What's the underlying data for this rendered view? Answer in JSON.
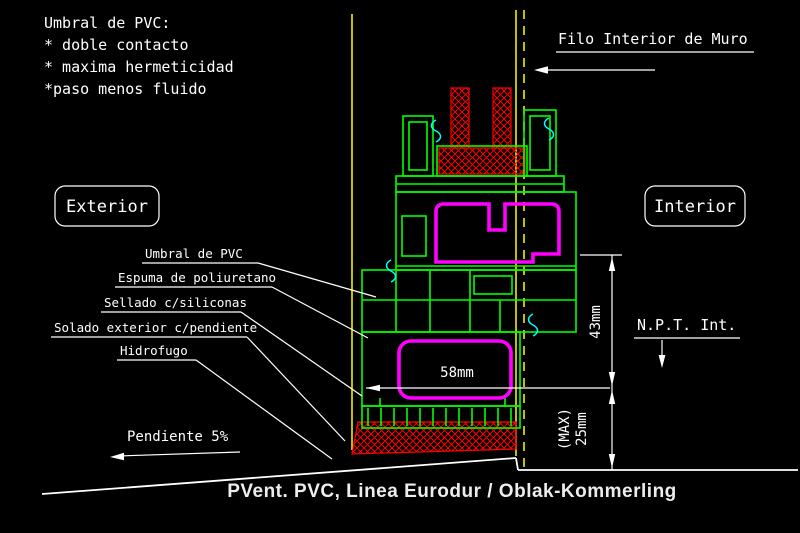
{
  "colors": {
    "background": "#000000",
    "profile_green": "#00ff00",
    "gasket_magenta": "#ff00ff",
    "wall_yellow": "#ffff00",
    "hatch_red": "#ff0000",
    "marks_cyan": "#00ffff",
    "annotation_white": "#ffffff"
  },
  "notes": {
    "heading": "Umbral de PVC:",
    "line1": "* doble contacto",
    "line2": "* maxima hermeticidad",
    "line3": "*paso menos fluido"
  },
  "labels": {
    "filo_interior": "Filo Interior de Muro",
    "exterior": "Exterior",
    "interior": "Interior",
    "umbral": "Umbral de PVC",
    "espuma": "Espuma de poliuretano",
    "sellado": "Sellado c/siliconas",
    "solado": "Solado exterior c/pendiente",
    "hidrofugo": "Hidrofugo",
    "pendiente": "Pendiente 5%",
    "npt": "N.P.T. Int."
  },
  "dimensions": {
    "sill_width": "58mm",
    "height_43": "43mm",
    "bed_25": "25mm",
    "bed_max": "(MAX)"
  },
  "footer": {
    "title": "PVent. PVC, Linea Eurodur / Oblak-Kommerling"
  }
}
